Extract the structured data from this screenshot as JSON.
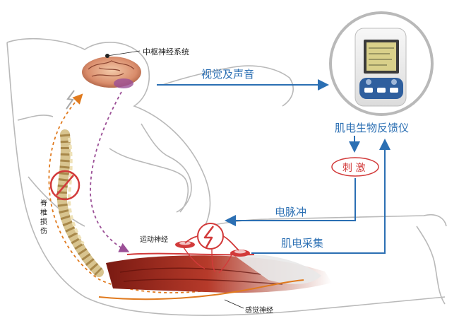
{
  "labels": {
    "central_nervous_system": "中枢神经系统",
    "visual_audio": "视觉及声音",
    "emg_biofeedback_device": "肌电生物反馈仪",
    "stimulation": "刺 激",
    "electric_pulse": "电脉冲",
    "emg_acquisition": "肌电采集",
    "motor_nerve": "运动神经",
    "sensory_nerve": "感觉神经",
    "spinal_injury": "脊椎损伤"
  },
  "colors": {
    "blue": "#2b6fb3",
    "red": "#d23a3a",
    "orange": "#e07a1e",
    "purple": "#9b4f96",
    "outline": "#b9b9b9"
  }
}
